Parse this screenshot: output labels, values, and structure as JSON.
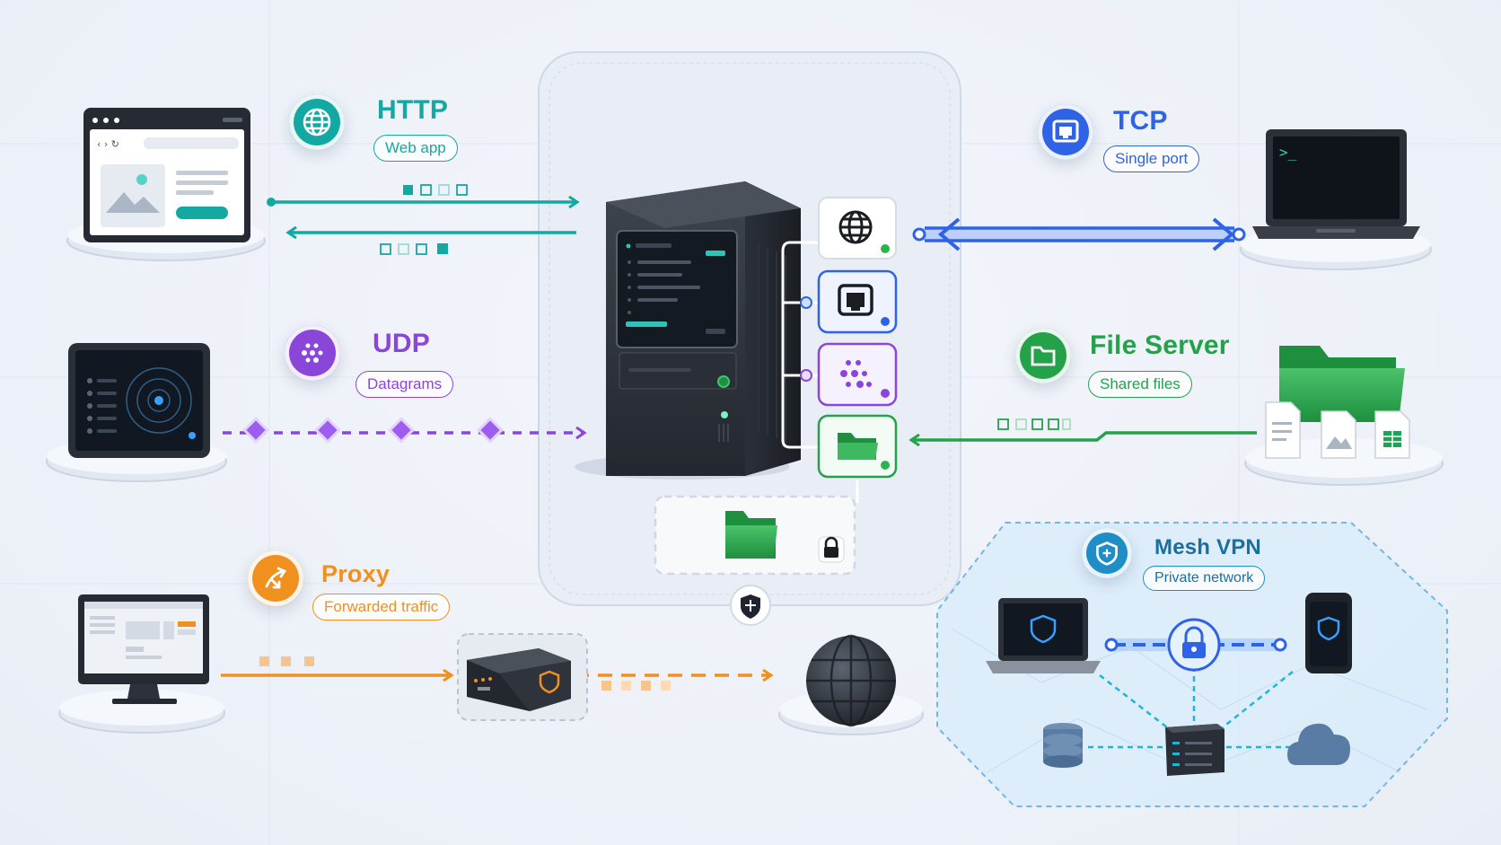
{
  "protocols": {
    "http": {
      "title": "HTTP",
      "subtitle": "Web app",
      "color": "#14a8a2"
    },
    "tcp": {
      "title": "TCP",
      "subtitle": "Single port",
      "color": "#2f63e6"
    },
    "udp": {
      "title": "UDP",
      "subtitle": "Datagrams",
      "color": "#8a46d9"
    },
    "file": {
      "title": "File Server",
      "subtitle": "Shared files",
      "color": "#24a24a"
    },
    "proxy": {
      "title": "Proxy",
      "subtitle": "Forwarded traffic",
      "color": "#f0901f"
    },
    "mesh": {
      "title": "Mesh VPN",
      "subtitle": "Private network",
      "color": "#1f8ec7"
    }
  },
  "icons": {
    "http": "globe-icon",
    "tcp": "ethernet-port-icon",
    "udp": "datagram-dots-icon",
    "file": "folder-icon",
    "proxy": "forward-arrows-icon",
    "mesh": "shield-icon",
    "server": "server-tower-icon",
    "lock": "lock-icon",
    "internet": "globe-sphere-icon"
  }
}
